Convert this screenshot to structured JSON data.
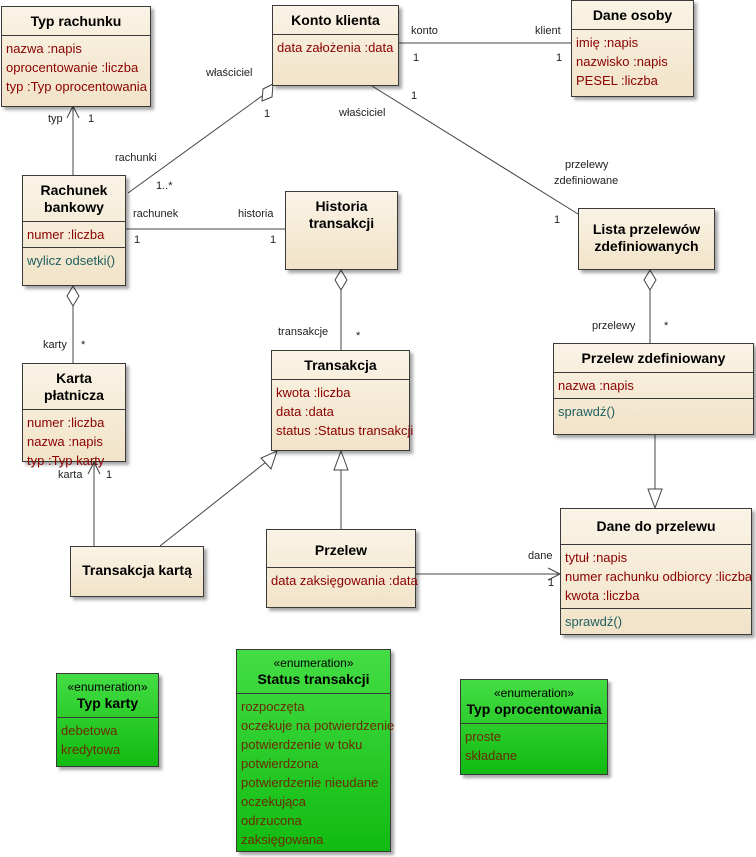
{
  "classes": {
    "typ_rachunku": {
      "name": "Typ rachunku",
      "attrs": [
        "nazwa :napis",
        "oprocentowanie :liczba",
        "typ :Typ oprocentowania"
      ]
    },
    "konto_klienta": {
      "name": "Konto klienta",
      "attrs": [
        "data założenia :data"
      ]
    },
    "dane_osoby": {
      "name": "Dane osoby",
      "attrs": [
        "imię :napis",
        "nazwisko :napis",
        "PESEL :liczba"
      ]
    },
    "rachunek_bankowy": {
      "name_line1": "Rachunek",
      "name_line2": "bankowy",
      "attrs": [
        "numer :liczba"
      ],
      "ops": [
        "wylicz odsetki()"
      ]
    },
    "historia_transakcji": {
      "name": "Historia transakcji"
    },
    "lista_przelewow": {
      "name_line1": "Lista przelewów",
      "name_line2": "zdefiniowanych"
    },
    "karta_platnicza": {
      "name": "Karta płatnicza",
      "attrs": [
        "numer :liczba",
        "nazwa :napis",
        "typ :Typ karty"
      ]
    },
    "transakcja": {
      "name": "Transakcja",
      "attrs": [
        "kwota :liczba",
        "data :data",
        "status :Status transakcji"
      ]
    },
    "przelew_zdefiniowany": {
      "name": "Przelew zdefiniowany",
      "attrs": [
        "nazwa :napis"
      ],
      "ops": [
        "sprawdź()"
      ]
    },
    "transakcja_karta": {
      "name": "Transakcja kartą"
    },
    "przelew": {
      "name": "Przelew",
      "attrs": [
        "data zaksięgowania :data"
      ]
    },
    "dane_do_przelewu": {
      "name": "Dane do przelewu",
      "attrs": [
        "tytuł :napis",
        "numer rachunku odbiorcy :liczba",
        "kwota :liczba"
      ],
      "ops": [
        "sprawdź()"
      ]
    }
  },
  "enums": {
    "typ_karty": {
      "stereotype": "«enumeration»",
      "name": "Typ karty",
      "values": [
        "debetowa",
        "kredytowa"
      ]
    },
    "status_transakcji": {
      "stereotype": "«enumeration»",
      "name": "Status transakcji",
      "values": [
        "rozpoczęta",
        "oczekuje na potwierdzenie",
        "potwierdzenie w toku",
        "potwierdzona",
        "potwierdzenie nieudane",
        "oczekująca",
        "odrzucona",
        "zaksięgowana"
      ]
    },
    "typ_oprocentowania": {
      "stereotype": "«enumeration»",
      "name": "Typ oprocentowania",
      "values": [
        "proste",
        "składane"
      ]
    }
  },
  "labels": {
    "konto": "konto",
    "klient": "klient",
    "konto_mult": "1",
    "klient_mult": "1",
    "wlasciciel_a": "właściciel",
    "wlasciciel_a_mult": "1",
    "rachunki": "rachunki",
    "rachunki_mult": "1..*",
    "typ": "typ",
    "typ_mult": "1",
    "wlasciciel_b": "właściciel",
    "wlasciciel_b_mult": "1",
    "przelewy_zdef": "przelewy",
    "przelewy_zdef2": "zdefiniowane",
    "przelewy_zdef_mult": "1",
    "rachunek": "rachunek",
    "rachunek_mult": "1",
    "historia": "historia",
    "historia_mult": "1",
    "karty": "karty",
    "karty_mult": "*",
    "transakcje": "transakcje",
    "transakcje_mult": "*",
    "przelewy": "przelewy",
    "przelewy_mult": "*",
    "karta": "karta",
    "karta_mult": "1",
    "dane": "dane",
    "dane_mult": "1"
  },
  "colors": {
    "class_fill": "#f3e7d0",
    "enum_fill": "#22cc22",
    "attr_text": "#8b0000",
    "op_text": "#1f5f5f"
  }
}
